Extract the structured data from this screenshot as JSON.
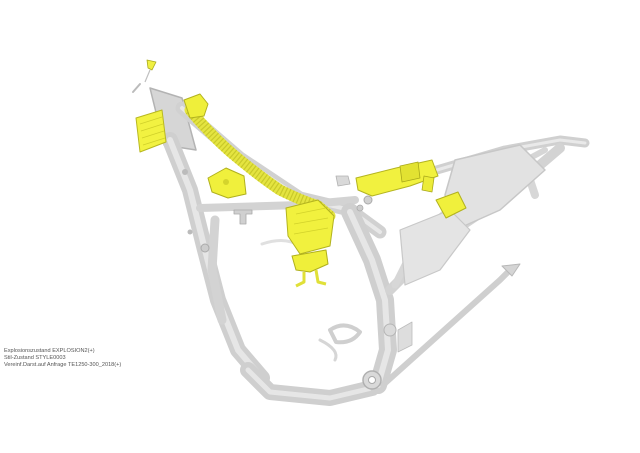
{
  "colors": {
    "frame": "#d3d3d3",
    "frame_edge": "#b6b6b6",
    "highlight": "#f0f03a",
    "highlight_edge": "#b5b520"
  },
  "caption": {
    "line1": "Explosionszustand EXPLOSION2(+)",
    "line2": "Stil-Zustand STYLE0003",
    "line3": "Vereinf.Darst.auf Anfrage TE1250-300_2018(+)"
  }
}
